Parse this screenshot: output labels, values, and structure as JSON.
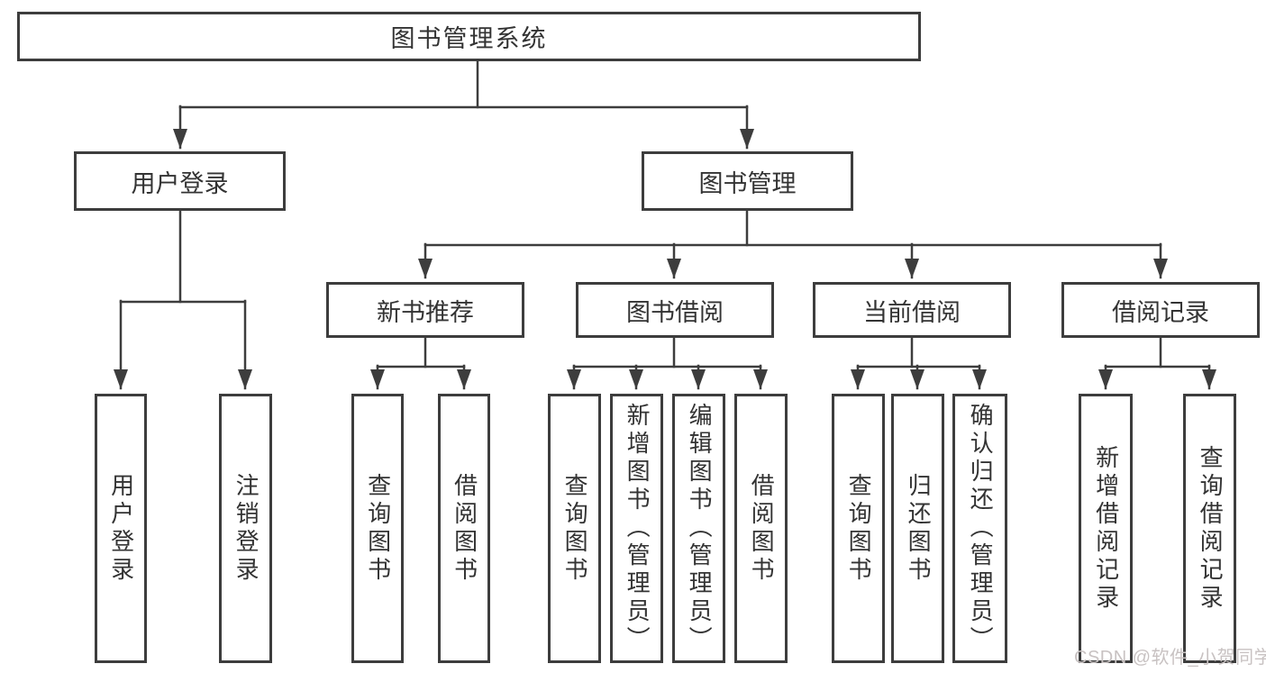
{
  "diagram": {
    "title": "图书管理系统",
    "children": [
      {
        "label": "用户登录",
        "children": [
          {
            "label": "用户登录"
          },
          {
            "label": "注销登录"
          }
        ]
      },
      {
        "label": "图书管理",
        "children": [
          {
            "label": "新书推荐",
            "children": [
              {
                "label": "查询图书"
              },
              {
                "label": "借阅图书"
              }
            ]
          },
          {
            "label": "图书借阅",
            "children": [
              {
                "label": "查询图书"
              },
              {
                "label": "新增图书（管理员）"
              },
              {
                "label": "编辑图书（管理员）"
              },
              {
                "label": "借阅图书"
              }
            ]
          },
          {
            "label": "当前借阅",
            "children": [
              {
                "label": "查询图书"
              },
              {
                "label": "归还图书"
              },
              {
                "label": "确认归还（管理员）"
              }
            ]
          },
          {
            "label": "借阅记录",
            "children": [
              {
                "label": "新增借阅记录"
              },
              {
                "label": "查询借阅记录"
              }
            ]
          }
        ]
      }
    ]
  },
  "watermark": {
    "text": "CSDN @软件_小贺同学"
  },
  "colors": {
    "line": "#3d3d3d",
    "text": "#333333",
    "background": "#ffffff",
    "watermark": "#c8c2c2"
  }
}
